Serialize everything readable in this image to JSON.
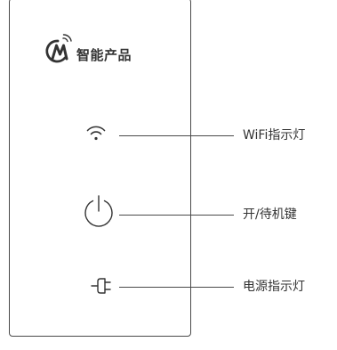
{
  "brand": {
    "name": "智能产品",
    "logo_icon": "brand-m-logo-icon"
  },
  "callouts": [
    {
      "icon": "wifi-icon",
      "label": "WiFi指示灯"
    },
    {
      "icon": "power-icon",
      "label": "开/待机键"
    },
    {
      "icon": "power-plug-icon",
      "label": "电源指示灯"
    }
  ],
  "colors": {
    "line": "#4a4a4a",
    "text": "#333333",
    "background": "#ffffff"
  }
}
